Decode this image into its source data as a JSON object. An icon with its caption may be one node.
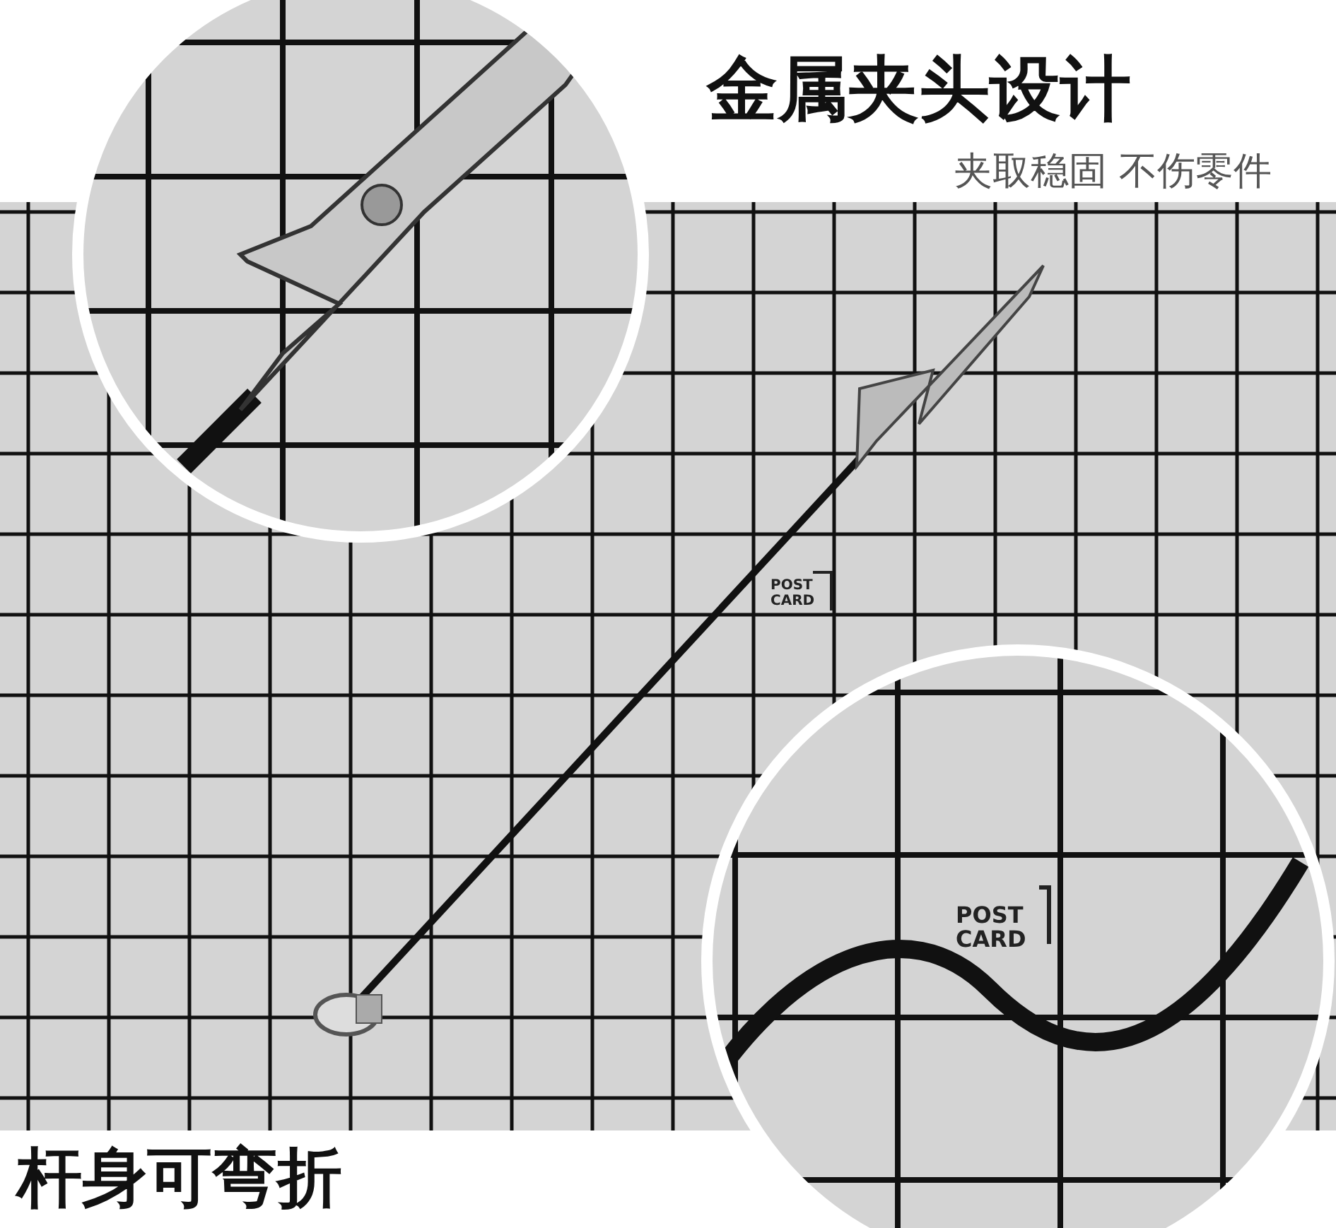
{
  "diagram": {
    "labels": [
      "金属夹头设计",
      "夹取稳固 不伤零件",
      "POST CARD",
      "POST CARD",
      "杆身可弯折"
    ]
  }
}
